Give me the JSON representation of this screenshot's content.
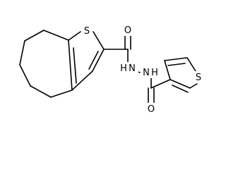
{
  "atoms": {
    "s1": {
      "label": "S"
    },
    "s2": {
      "label": "S"
    },
    "o1": {
      "label": "O"
    },
    "o2": {
      "label": "O"
    },
    "nh1": {
      "label": "H"
    },
    "nh1_n": {
      "label": "N"
    },
    "nh2": {
      "label": "N"
    },
    "nh2_h": {
      "label": "H"
    }
  },
  "colors": {
    "bond": "#000000",
    "label": "#000000",
    "background": "#ffffff"
  }
}
